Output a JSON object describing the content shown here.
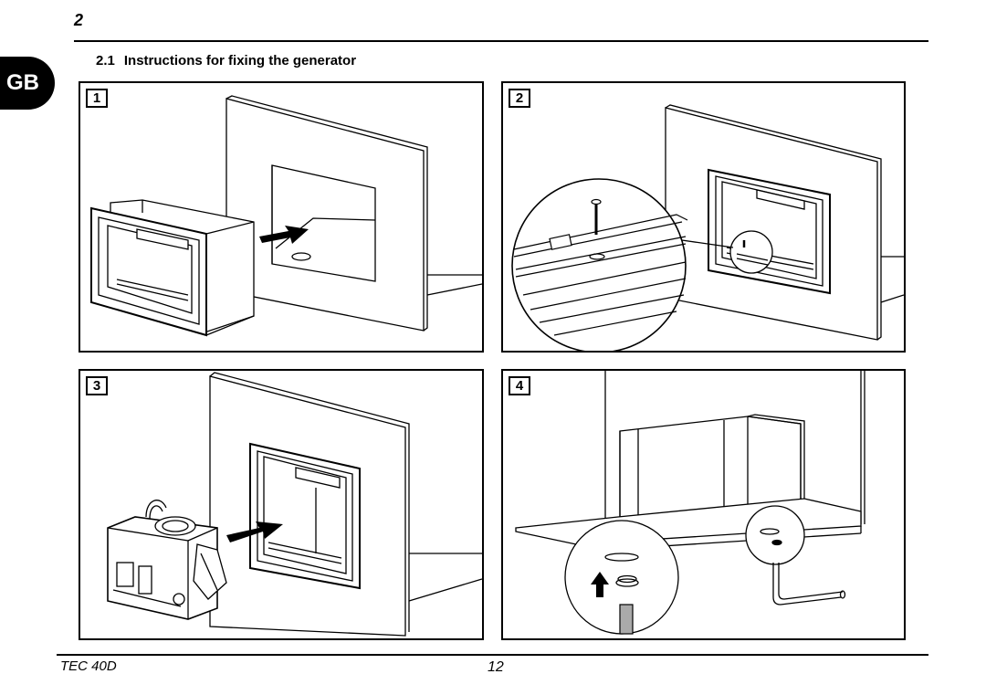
{
  "header": {
    "chapter": "2"
  },
  "language_tab": "GB",
  "section": {
    "number": "2.1",
    "title": "Instructions for fixing the generator"
  },
  "steps": [
    {
      "label": "1"
    },
    {
      "label": "2"
    },
    {
      "label": "3"
    },
    {
      "label": "4"
    }
  ],
  "footer": {
    "model": "TEC 40D",
    "page": "12"
  }
}
